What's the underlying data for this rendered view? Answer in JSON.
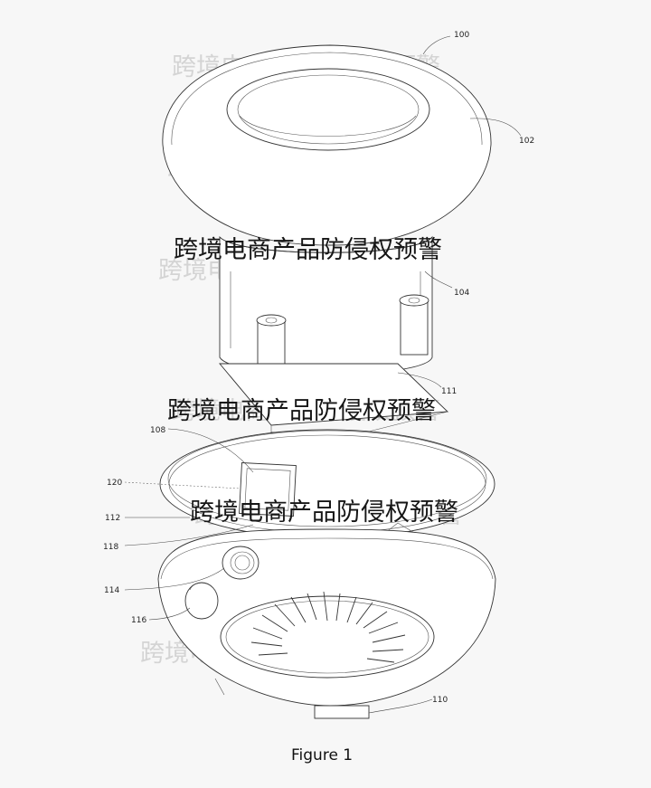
{
  "figure": {
    "caption": "Figure 1",
    "reference_numerals": {
      "r100": "100",
      "r102": "102",
      "r104": "104",
      "r111": "111",
      "r108": "108",
      "r120": "120",
      "r112": "112",
      "r118": "118",
      "r114": "114",
      "r116": "116",
      "r110": "110"
    }
  },
  "watermark": {
    "text": "跨境电商产品防侵权预警"
  }
}
